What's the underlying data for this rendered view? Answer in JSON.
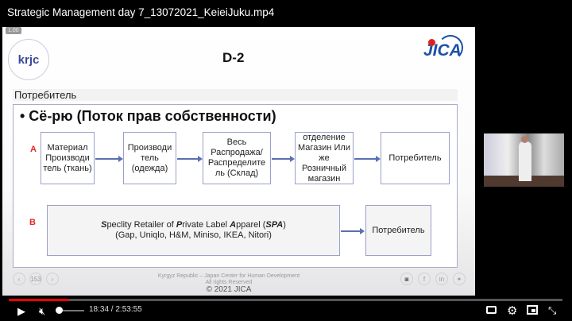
{
  "window_title": "Strategic Management day 7_13072021_KeieiJuku.mp4",
  "slide": {
    "speed_badge": "1.00",
    "logo_left": "krjc",
    "logo_right": "JICA",
    "code": "D-2",
    "section": "Потребитель",
    "bullet": "•   Сё-рю (Поток прав собственности)",
    "row_a": {
      "label": "A",
      "boxes": [
        "Материал Производи тель (ткань)",
        "Производи тель (одежда)",
        "Весь Распродажа/ Распределите ль (Склад)",
        "отделение Магазин Или же Розничный магазин",
        "Потребитель"
      ]
    },
    "row_b": {
      "label": "B",
      "line1": {
        "s": "S",
        "t1": "peclity Retailer of ",
        "p": "P",
        "t2": "rivate Label ",
        "a": "A",
        "t3": "pparel (",
        "spa": "SPA",
        "t4": ")"
      },
      "line2": "(Gap, Uniqlo, H&M, Miniso, IKEA, Nitori)",
      "end_box": "Потребитель"
    },
    "footer": {
      "page": "153",
      "org": "Kyrgyz Republic – Japan Center for Human Development",
      "rights": "All rights Reserved",
      "copyright": "© 2021 JICA",
      "social": [
        "instagram",
        "f",
        "in",
        "twitter"
      ]
    }
  },
  "player": {
    "time": "18:34 / 2:53:55",
    "progress_fraction": 0.109,
    "volume_fraction": 0,
    "muted": true,
    "accent": "#ff0000"
  }
}
